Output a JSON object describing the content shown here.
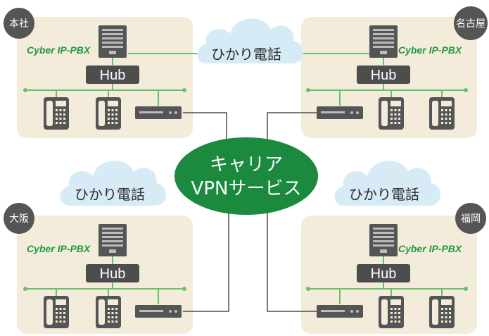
{
  "sites": [
    {
      "name": "本社",
      "pbx": "Cyber IP-PBX",
      "hub": "Hub"
    },
    {
      "name": "名古屋",
      "pbx": "Cyber IP-PBX",
      "hub": "Hub"
    },
    {
      "name": "大阪",
      "pbx": "Cyber IP-PBX",
      "hub": "Hub"
    },
    {
      "name": "福岡",
      "pbx": "Cyber IP-PBX",
      "hub": "Hub"
    }
  ],
  "clouds": {
    "top": "ひかり電話",
    "left": "ひかり電話",
    "right": "ひかり電話"
  },
  "carrier": {
    "line1": "キャリア",
    "line2": "VPNサービス"
  },
  "colors": {
    "site_bg": "#f3ecdb",
    "badge": "#555555",
    "device": "#4d4d4d",
    "line_green": "#6cbf6a",
    "cloud": "#d6ebf6",
    "carrier": "#1b8a3f",
    "pbx_text": "#1f9a3c"
  }
}
